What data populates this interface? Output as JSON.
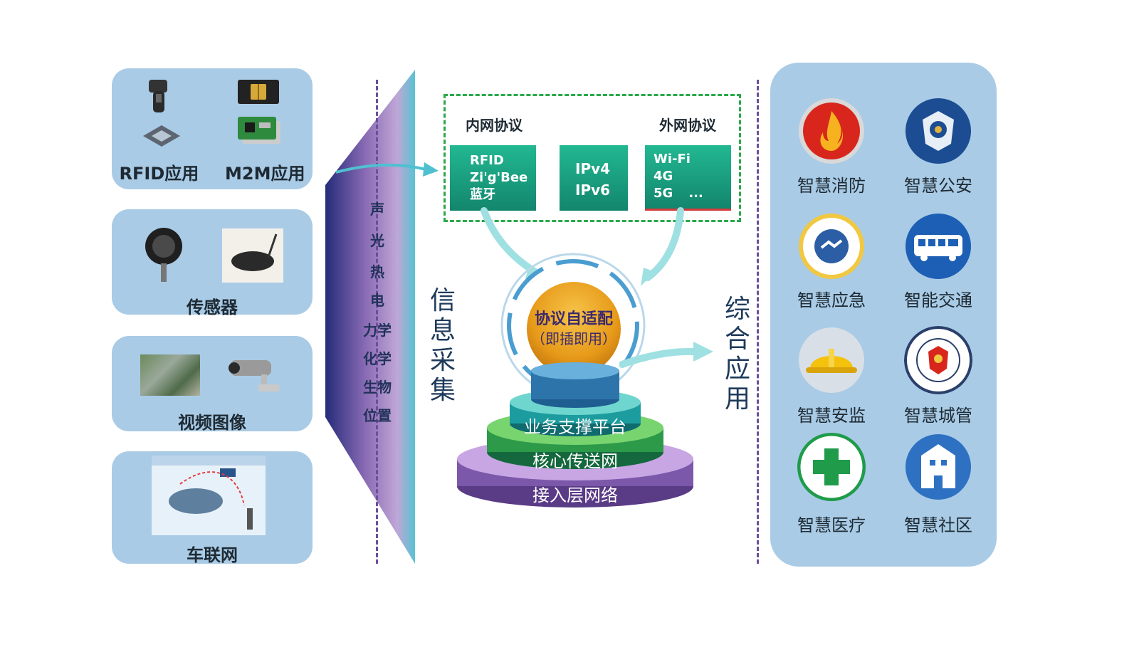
{
  "left_panels": [
    {
      "label": "RFID应用",
      "label2": "M2M应用"
    },
    {
      "label": "传感器"
    },
    {
      "label": "视频图像"
    },
    {
      "label": "车联网"
    }
  ],
  "collection": {
    "column": [
      "声",
      "光",
      "热",
      "电",
      "力学",
      "化学",
      "生物",
      "位置"
    ],
    "title": "信息采集"
  },
  "protocols": {
    "inner_title": "内网协议",
    "outer_title": "外网协议",
    "box1": [
      "RFID",
      "Zi'g'Bee",
      "蓝牙"
    ],
    "box2": [
      "IPv4",
      "IPv6"
    ],
    "box3": [
      "Wi-Fi",
      "4G",
      "5G",
      "..."
    ]
  },
  "core": {
    "title": "协议自适配",
    "subtitle": "（即插即用）"
  },
  "tiers": [
    "业务支撑平台",
    "核心传送网",
    "接入层网络"
  ],
  "application_title": "综合应用",
  "apps": [
    {
      "label": "智慧消防",
      "icon": "fire-icon"
    },
    {
      "label": "智慧公安",
      "icon": "police-badge-icon"
    },
    {
      "label": "智慧应急",
      "icon": "emergency-emblem-icon"
    },
    {
      "label": "智能交通",
      "icon": "bus-icon"
    },
    {
      "label": "智慧安监",
      "icon": "hard-hat-icon"
    },
    {
      "label": "智慧城管",
      "icon": "city-management-emblem-icon"
    },
    {
      "label": "智慧医疗",
      "icon": "medical-cross-icon"
    },
    {
      "label": "智慧社区",
      "icon": "community-buildings-icon"
    }
  ],
  "colors": {
    "panel": "#a9cbe6",
    "dash_purple": "#6c4e9c",
    "green": "#1a9b7b",
    "orange": "#f2a21c"
  }
}
